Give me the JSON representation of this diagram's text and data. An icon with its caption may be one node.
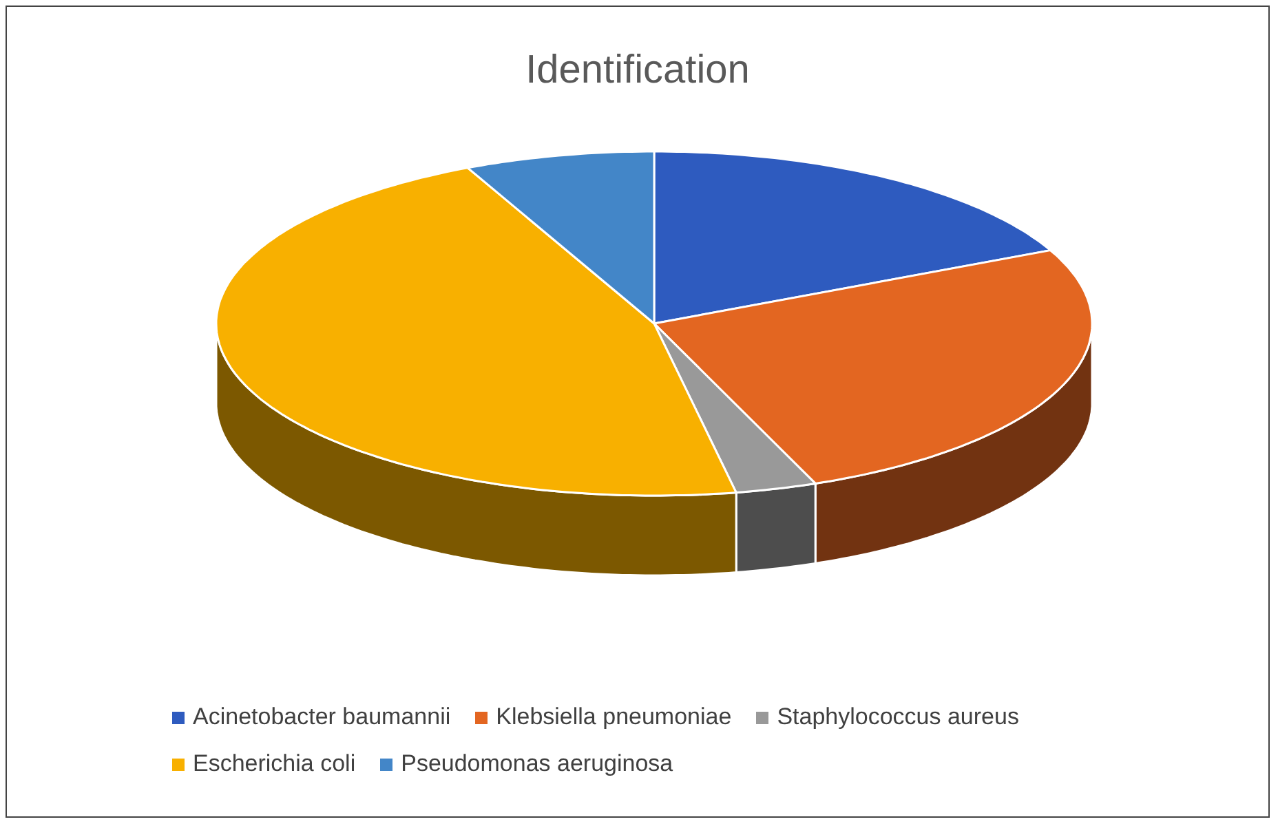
{
  "diagram": {
    "title": "Identification",
    "legend": [
      {
        "text": "Acinetobacter baumannii",
        "color": "#2e5bbf"
      },
      {
        "text": "Klebsiella pneumoniae",
        "color": "#e36621"
      },
      {
        "text": "Staphylococcus aureus",
        "color": "#999999"
      },
      {
        "text": "Escherichia coli",
        "color": "#f8b000"
      },
      {
        "text": "Pseudomonas aeruginosa",
        "color": "#4386c8"
      }
    ]
  }
}
